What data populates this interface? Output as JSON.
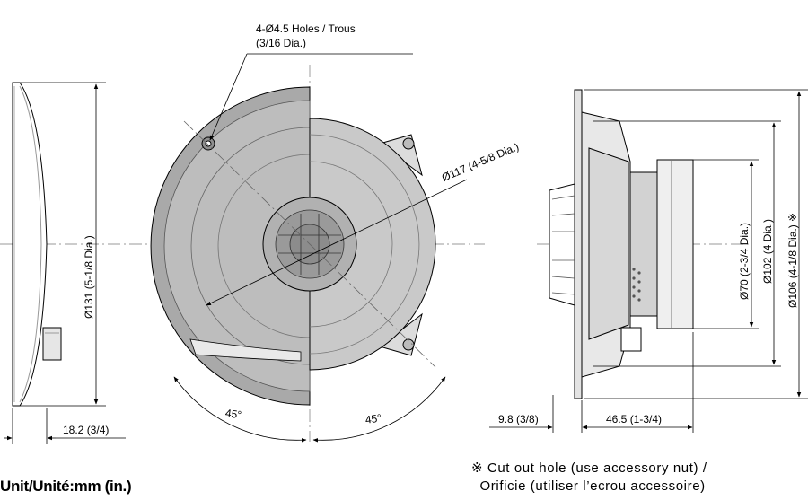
{
  "labels": {
    "holes_line1": "4-Ø4.5 Holes / Trous",
    "holes_line2": "(3/16 Dia.)",
    "dia_117": "Ø117 (4-5/8 Dia.)",
    "dia_131": "Ø131 (5-1/8 Dia.)",
    "dia_70": "Ø70 (2-3/4 Dia.)",
    "dia_102": "Ø102 (4 Dia.)",
    "dia_106": "Ø106 (4-1/8 Dia.) ※",
    "angle_left": "45°",
    "angle_right": "45°",
    "depth_front": "18.2 (3/4)",
    "depth_flange": "9.8 (3/8)",
    "depth_total": "46.5 (1-3/4)",
    "unit": "Unit/Unité:mm (in.)",
    "note_line1": "※ Cut out hole (use accessory nut) /",
    "note_line2": "  Orificie (utiliser l’ecrou accessoire)"
  }
}
